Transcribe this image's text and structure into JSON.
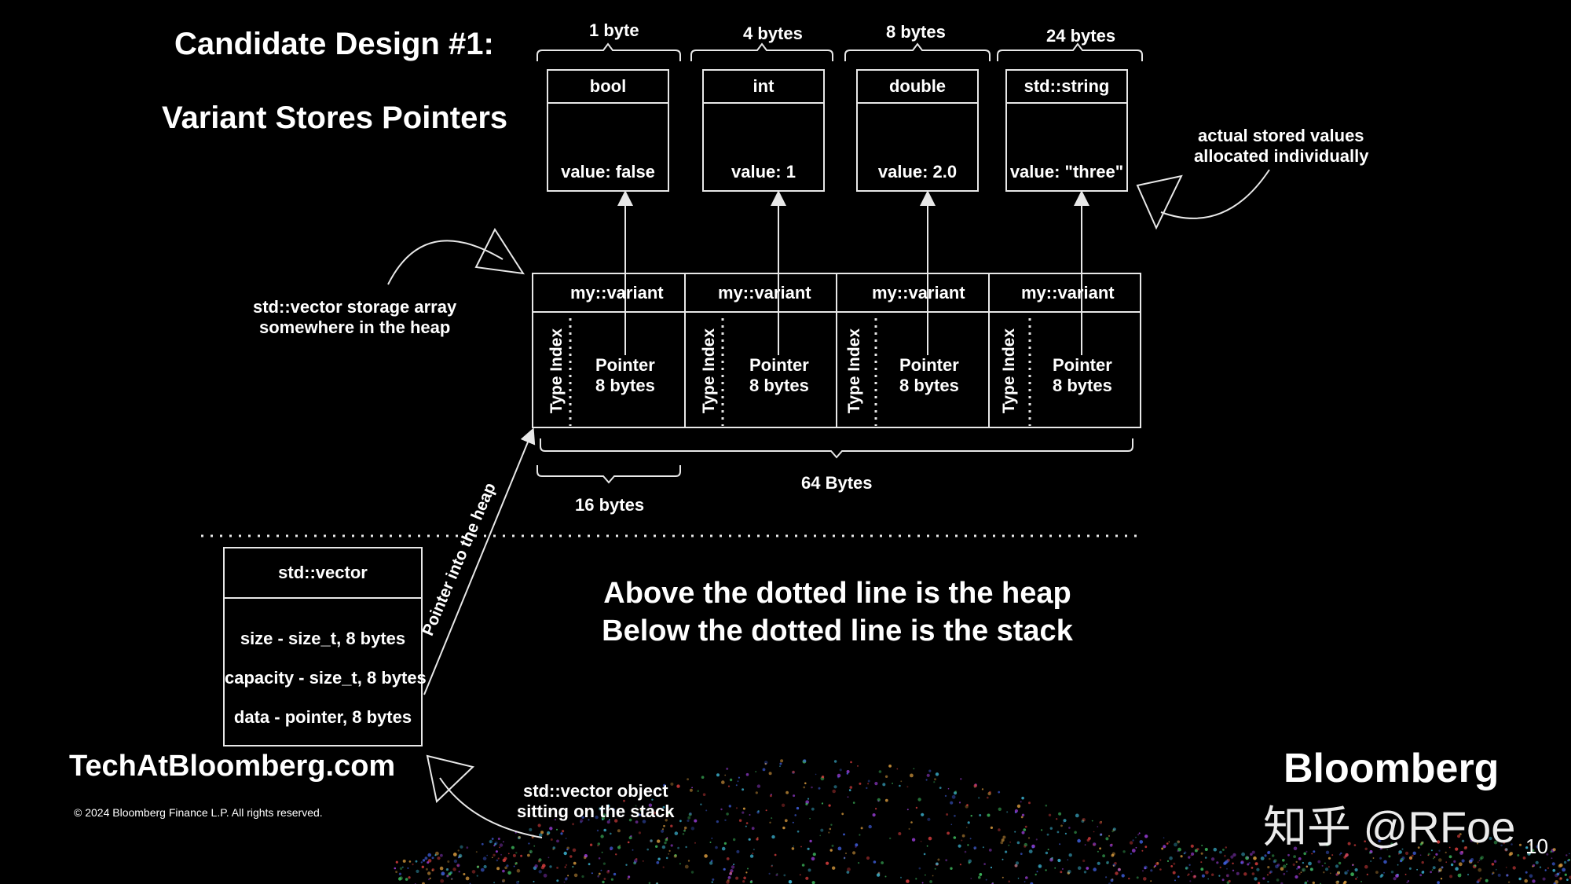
{
  "title": "Candidate Design #1:",
  "subtitle": "Variant Stores Pointers",
  "heap_values": [
    {
      "size_label": "1 byte",
      "type": "bool",
      "value": "value: false"
    },
    {
      "size_label": "4 bytes",
      "type": "int",
      "value": "value: 1"
    },
    {
      "size_label": "8 bytes",
      "type": "double",
      "value": "value: 2.0"
    },
    {
      "size_label": "24 bytes",
      "type": "std::string",
      "value": "value: \"three\""
    }
  ],
  "stored_values_note": [
    "actual stored values",
    "allocated individually"
  ],
  "vector_storage_note": [
    "std::vector storage array",
    "somewhere in the heap"
  ],
  "variant_cells": [
    {
      "header": "my::variant",
      "index_label": "Type Index",
      "pointer_line1": "Pointer",
      "pointer_line2": "8 bytes"
    },
    {
      "header": "my::variant",
      "index_label": "Type Index",
      "pointer_line1": "Pointer",
      "pointer_line2": "8 bytes"
    },
    {
      "header": "my::variant",
      "index_label": "Type Index",
      "pointer_line1": "Pointer",
      "pointer_line2": "8 bytes"
    },
    {
      "header": "my::variant",
      "index_label": "Type Index",
      "pointer_line1": "Pointer",
      "pointer_line2": "8 bytes"
    }
  ],
  "total_size_label": "64 Bytes",
  "cell_size_label": "16 bytes",
  "pointer_into_heap_label": "Pointer into the heap",
  "vector_box": {
    "header": "std::vector",
    "fields": [
      "size - size_t, 8 bytes",
      "capacity - size_t, 8 bytes",
      "data - pointer, 8 bytes"
    ]
  },
  "heap_stack_note": [
    "Above the dotted line is the heap",
    "Below the dotted line is the stack"
  ],
  "stack_note": [
    "std::vector object",
    "sitting on the stack"
  ],
  "website": "TechAtBloomberg.com",
  "copyright": "© 2024 Bloomberg Finance L.P. All rights reserved.",
  "brand": "Bloomberg",
  "watermark": "知乎 @RFoe",
  "page_number": "10",
  "colors": {
    "background": "#000000",
    "foreground": "#ffffff",
    "line": "#e8e8e8"
  }
}
